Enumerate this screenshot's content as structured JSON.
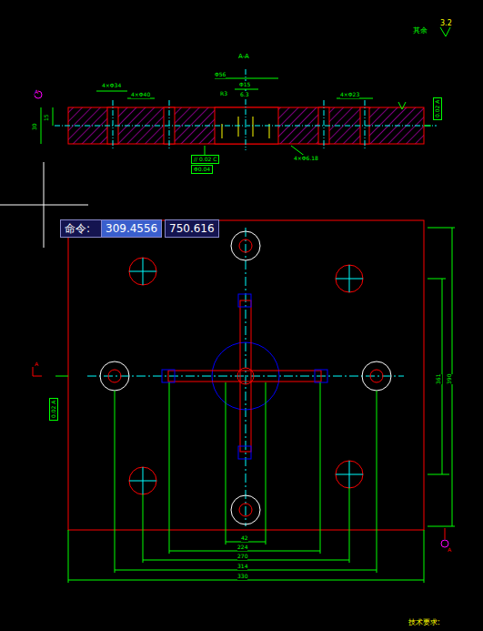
{
  "diagram": {
    "nodes": [
      {
        "text": [
          "命令:"
        ]
      },
      {
        "text": [
          "309.4556"
        ]
      },
      {
        "text": [
          "750.616"
        ]
      }
    ],
    "labels": [
      "其余",
      "3.2",
      "A-A",
      "4×Φ34",
      "4×Φ40",
      "Φ56",
      "Φ15",
      "R3",
      "6.3",
      "4×Φ23",
      "30",
      "15",
      "0.02 A",
      "// 0.02 C",
      "Φ0.04",
      "4×Φ6.18",
      "A",
      "A",
      "A",
      "42",
      "224",
      "270",
      "314",
      "330",
      "361",
      "390",
      "0.02 A",
      "技术要求:"
    ]
  }
}
